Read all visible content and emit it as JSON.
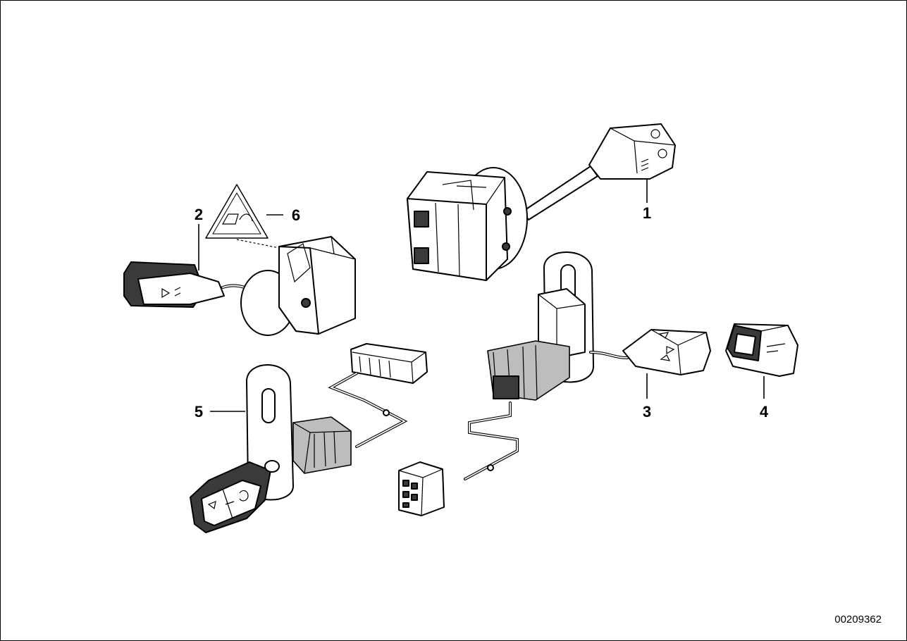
{
  "diagram": {
    "labels": {
      "p1": "1",
      "p2": "2",
      "p3": "3",
      "p4": "4",
      "p5": "5",
      "p6": "6"
    },
    "document_number": "00209362"
  }
}
